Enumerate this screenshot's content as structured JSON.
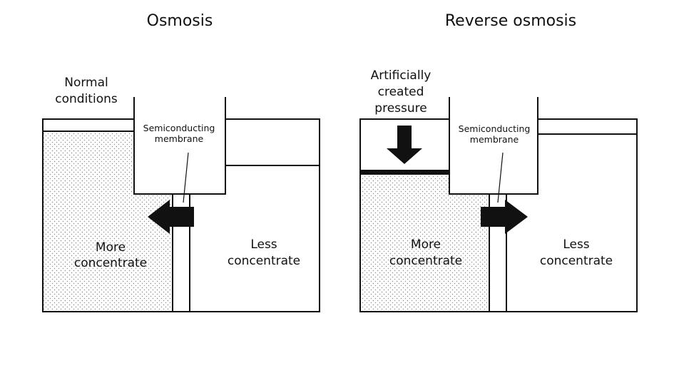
{
  "osmosis": {
    "title": "Osmosis",
    "condition_line1": "Normal",
    "condition_line2": "conditions",
    "membrane_line1": "Semiconducting",
    "membrane_line2": "membrane",
    "left_line1": "More",
    "left_line2": "concentrate",
    "right_line1": "Less",
    "right_line2": "concentrate",
    "flow_direction": "right-to-left"
  },
  "reverse_osmosis": {
    "title": "Reverse osmosis",
    "pressure_line1": "Artificially",
    "pressure_line2": "created",
    "pressure_line3": "pressure",
    "membrane_line1": "Semiconducting",
    "membrane_line2": "membrane",
    "left_line1": "More",
    "left_line2": "concentrate",
    "right_line1": "Less",
    "right_line2": "concentrate",
    "flow_direction": "left-to-right"
  },
  "colors": {
    "stroke": "#111111",
    "fill_concentrate_dots": "#9a9a9a",
    "background": "#ffffff"
  }
}
